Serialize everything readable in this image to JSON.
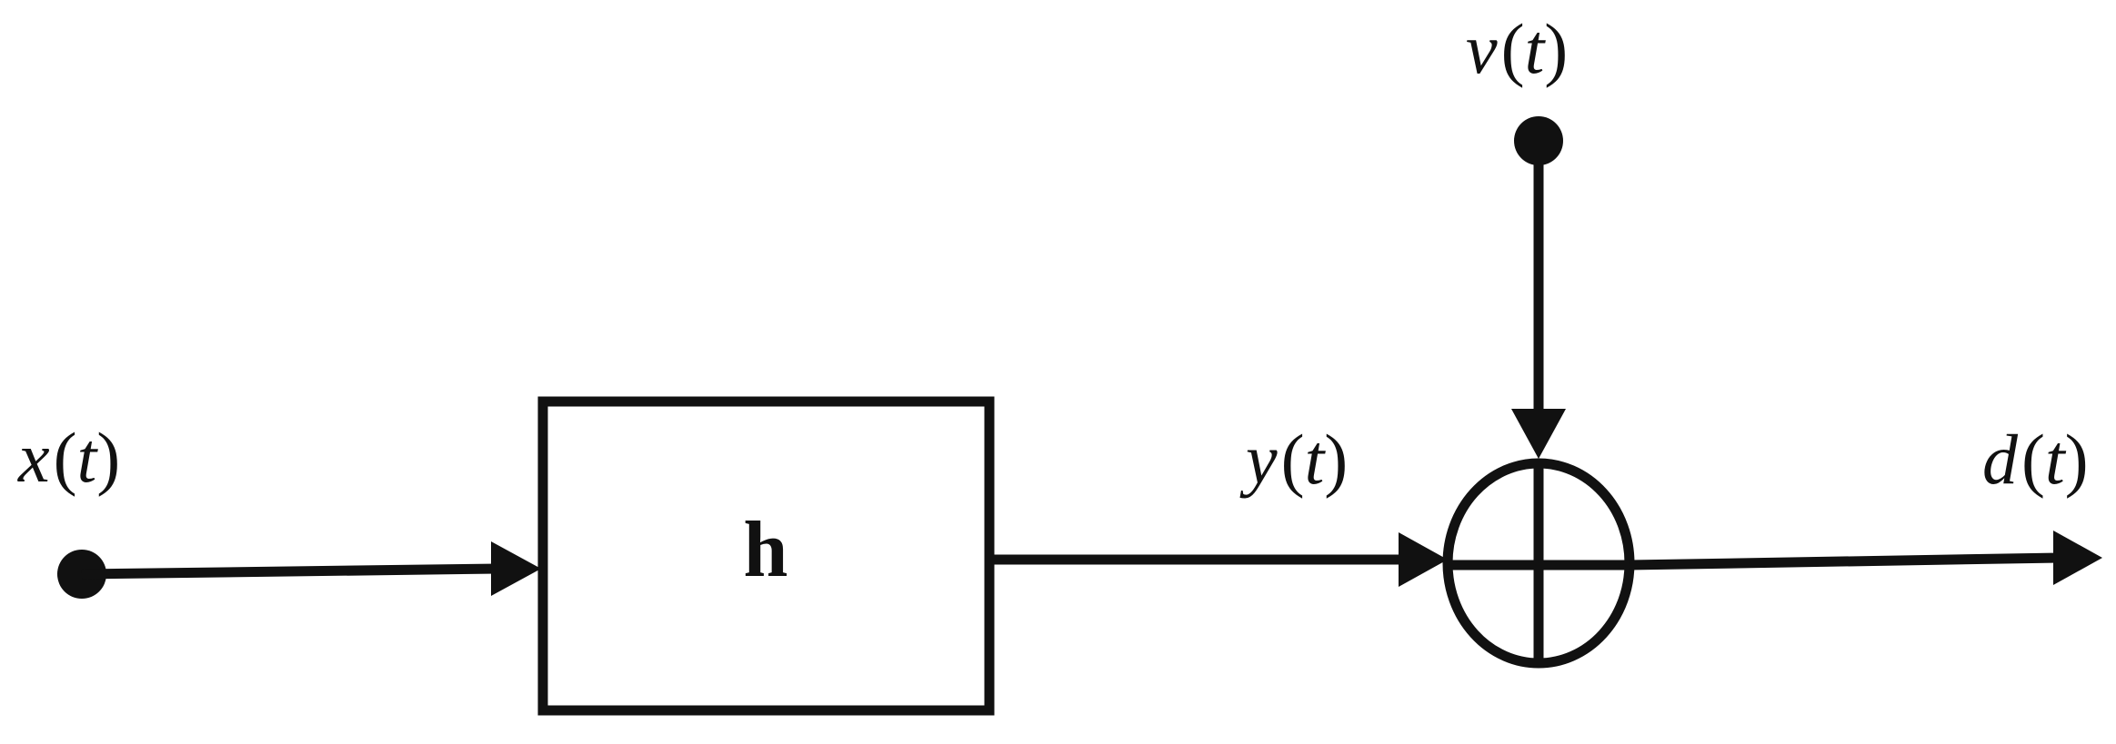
{
  "diagram": {
    "block_label": "h",
    "signals": {
      "input": {
        "var": "x",
        "arg": "t"
      },
      "intermediate": {
        "var": "y",
        "arg": "t"
      },
      "noise": {
        "var": "v",
        "arg": "t"
      },
      "output": {
        "var": "d",
        "arg": "t"
      }
    },
    "summing_junction_symbol": "⊕"
  }
}
